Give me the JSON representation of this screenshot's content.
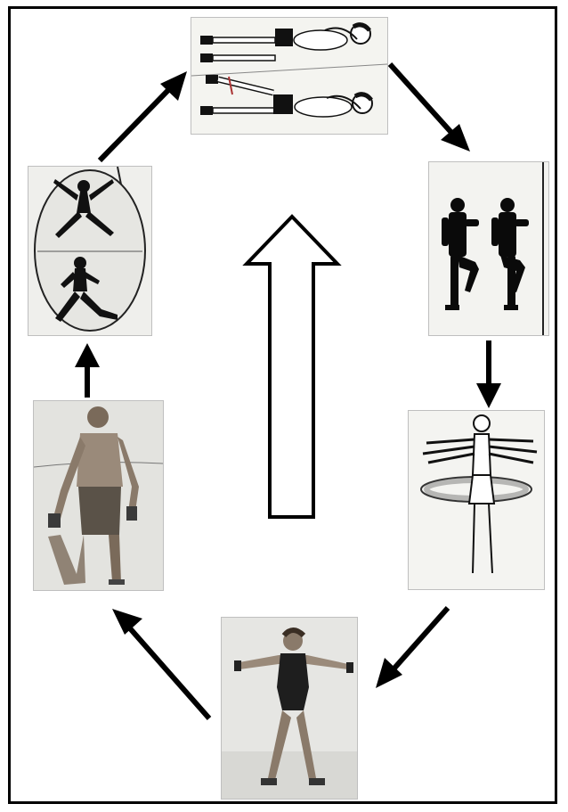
{
  "diagram": {
    "kind": "exercise-cycle",
    "steps": [
      {
        "id": "side-lying-leg-raise",
        "icon": "side-lying-leg-lift-figures"
      },
      {
        "id": "high-knee-march",
        "icon": "high-knee-march-figures"
      },
      {
        "id": "trunk-rotation",
        "icon": "standing-trunk-twist-figure"
      },
      {
        "id": "arm-raise-stance",
        "icon": "wide-stance-arm-raise-photo"
      },
      {
        "id": "back-kick-swing",
        "icon": "back-leg-kick-photo"
      },
      {
        "id": "jumping-jack-lunge",
        "icon": "jumping-jack-and-lunge-figures"
      }
    ],
    "center_arrow": {
      "direction": "up"
    },
    "colors": {
      "arrow": "#000000",
      "border": "#000000",
      "background": "#ffffff"
    }
  }
}
